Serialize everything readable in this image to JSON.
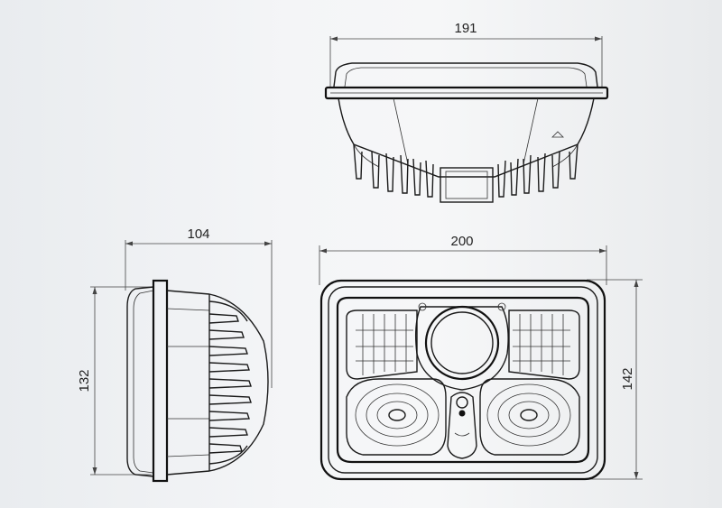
{
  "drawing": {
    "top_view": {
      "width_label": "191"
    },
    "side_view": {
      "depth_label": "104",
      "height_label": "132"
    },
    "front_view": {
      "width_label": "200",
      "height_label": "142"
    }
  },
  "colors": {
    "line": "#1a1a1a",
    "dimension": "#444444",
    "background": "#f2f3f5"
  }
}
